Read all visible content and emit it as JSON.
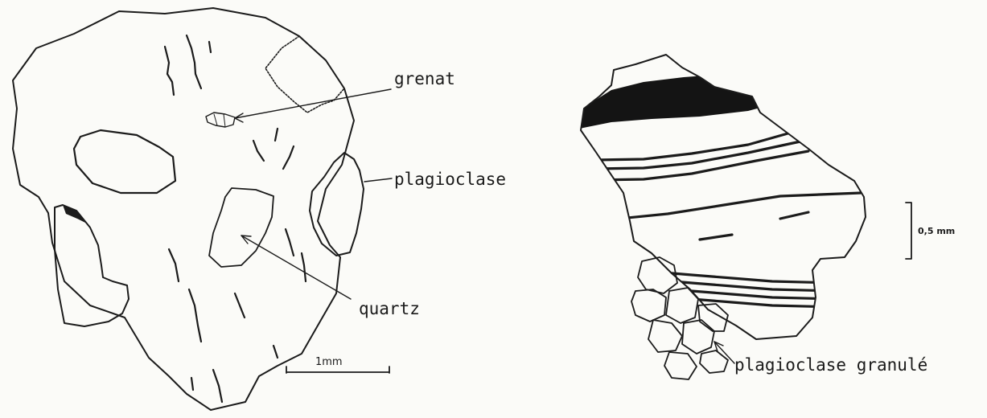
{
  "left_figure": {
    "labels": {
      "garnet": "grenat",
      "plagioclase": "plagioclase",
      "quartz": "quartz"
    },
    "scale_bar": "1mm"
  },
  "right_figure": {
    "labels": {
      "granulated_plagioclase": "plagioclase granulé"
    },
    "scale_bar": "0,5 mm"
  }
}
